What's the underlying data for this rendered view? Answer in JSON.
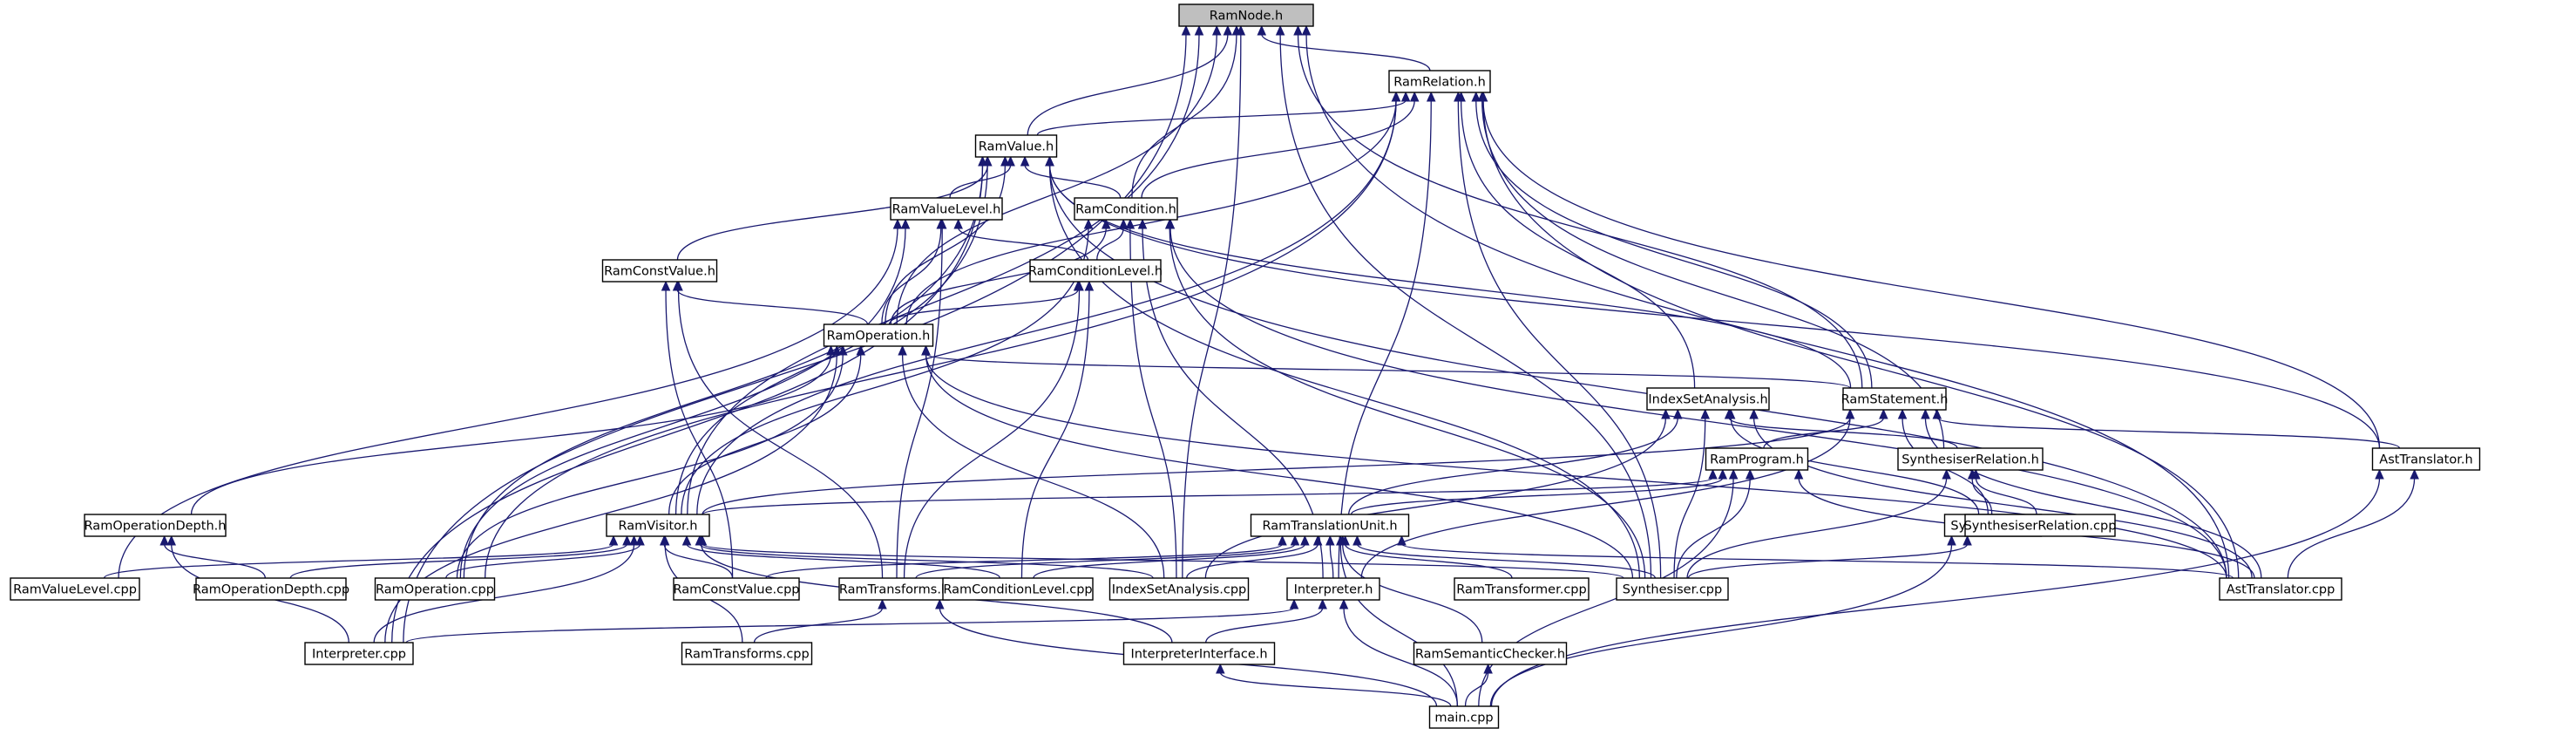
{
  "diagram": {
    "root": "RamNode.h",
    "nodes": [
      {
        "id": "RamNode.h",
        "label": "RamNode.h",
        "root": true
      },
      {
        "id": "RamRelation.h",
        "label": "RamRelation.h"
      },
      {
        "id": "RamValue.h",
        "label": "RamValue.h"
      },
      {
        "id": "RamValueLevel.h",
        "label": "RamValueLevel.h"
      },
      {
        "id": "RamCondition.h",
        "label": "RamCondition.h"
      },
      {
        "id": "RamConstValue.h",
        "label": "RamConstValue.h"
      },
      {
        "id": "RamConditionLevel.h",
        "label": "RamConditionLevel.h"
      },
      {
        "id": "RamOperation.h",
        "label": "RamOperation.h"
      },
      {
        "id": "IndexSetAnalysis.h",
        "label": "IndexSetAnalysis.h"
      },
      {
        "id": "RamStatement.h",
        "label": "RamStatement.h"
      },
      {
        "id": "RamProgram.h",
        "label": "RamProgram.h"
      },
      {
        "id": "SynthesiserRelation.h",
        "label": "SynthesiserRelation.h"
      },
      {
        "id": "AstTranslator.h",
        "label": "AstTranslator.h"
      },
      {
        "id": "RamOperationDepth.h",
        "label": "RamOperationDepth.h"
      },
      {
        "id": "RamVisitor.h",
        "label": "RamVisitor.h"
      },
      {
        "id": "RamTranslationUnit.h",
        "label": "RamTranslationUnit.h"
      },
      {
        "id": "Synthesiser.h",
        "label": "Synthesiser.h"
      },
      {
        "id": "SynthesiserRelation.cpp",
        "label": "SynthesiserRelation.cpp"
      },
      {
        "id": "RamValueLevel.cpp",
        "label": "RamValueLevel.cpp"
      },
      {
        "id": "RamOperationDepth.cpp",
        "label": "RamOperationDepth.cpp"
      },
      {
        "id": "RamOperation.cpp",
        "label": "RamOperation.cpp"
      },
      {
        "id": "RamConstValue.cpp",
        "label": "RamConstValue.cpp"
      },
      {
        "id": "RamTransforms.h",
        "label": "RamTransforms.h"
      },
      {
        "id": "RamConditionLevel.cpp",
        "label": "RamConditionLevel.cpp"
      },
      {
        "id": "IndexSetAnalysis.cpp",
        "label": "IndexSetAnalysis.cpp"
      },
      {
        "id": "Interpreter.h",
        "label": "Interpreter.h"
      },
      {
        "id": "RamTransformer.cpp",
        "label": "RamTransformer.cpp"
      },
      {
        "id": "Synthesiser.cpp",
        "label": "Synthesiser.cpp"
      },
      {
        "id": "AstTranslator.cpp",
        "label": "AstTranslator.cpp"
      },
      {
        "id": "RamSemanticChecker.h",
        "label": "RamSemanticChecker.h"
      },
      {
        "id": "InterpreterInterface.h",
        "label": "InterpreterInterface.h"
      },
      {
        "id": "Interpreter.cpp",
        "label": "Interpreter.cpp"
      },
      {
        "id": "RamTransforms.cpp",
        "label": "RamTransforms.cpp"
      },
      {
        "id": "main.cpp",
        "label": "main.cpp"
      }
    ],
    "edges": [
      [
        "RamRelation.h",
        "RamNode.h"
      ],
      [
        "RamValue.h",
        "RamNode.h"
      ],
      [
        "RamCondition.h",
        "RamNode.h"
      ],
      [
        "RamOperation.h",
        "RamNode.h"
      ],
      [
        "RamStatement.h",
        "RamNode.h"
      ],
      [
        "RamVisitor.h",
        "RamNode.h"
      ],
      [
        "IndexSetAnalysis.cpp",
        "RamNode.h"
      ],
      [
        "Interpreter.cpp",
        "RamNode.h"
      ],
      [
        "Synthesiser.cpp",
        "RamNode.h"
      ],
      [
        "AstTranslator.cpp",
        "RamNode.h"
      ],
      [
        "RamValue.h",
        "RamRelation.h"
      ],
      [
        "RamCondition.h",
        "RamRelation.h"
      ],
      [
        "RamOperation.h",
        "RamRelation.h"
      ],
      [
        "RamStatement.h",
        "RamRelation.h"
      ],
      [
        "RamVisitor.h",
        "RamRelation.h"
      ],
      [
        "IndexSetAnalysis.h",
        "RamRelation.h"
      ],
      [
        "SynthesiserRelation.h",
        "RamRelation.h"
      ],
      [
        "AstTranslator.h",
        "RamRelation.h"
      ],
      [
        "RamOperation.cpp",
        "RamRelation.h"
      ],
      [
        "Interpreter.h",
        "RamRelation.h"
      ],
      [
        "Synthesiser.cpp",
        "RamRelation.h"
      ],
      [
        "AstTranslator.cpp",
        "RamRelation.h"
      ],
      [
        "RamValueLevel.h",
        "RamValue.h"
      ],
      [
        "RamCondition.h",
        "RamValue.h"
      ],
      [
        "RamConstValue.h",
        "RamValue.h"
      ],
      [
        "RamOperation.h",
        "RamValue.h"
      ],
      [
        "RamStatement.h",
        "RamValue.h"
      ],
      [
        "RamVisitor.h",
        "RamValue.h"
      ],
      [
        "AstTranslator.h",
        "RamValue.h"
      ],
      [
        "RamOperation.cpp",
        "RamValue.h"
      ],
      [
        "Interpreter.cpp",
        "RamValue.h"
      ],
      [
        "Synthesiser.cpp",
        "RamValue.h"
      ],
      [
        "AstTranslator.cpp",
        "RamValue.h"
      ],
      [
        "RamOperation.h",
        "RamValueLevel.h"
      ],
      [
        "RamConditionLevel.h",
        "RamValueLevel.h"
      ],
      [
        "RamTransforms.h",
        "RamValueLevel.h"
      ],
      [
        "RamValueLevel.cpp",
        "RamValueLevel.h"
      ],
      [
        "RamOperation.cpp",
        "RamValueLevel.h"
      ],
      [
        "RamConditionLevel.h",
        "RamCondition.h"
      ],
      [
        "RamOperation.h",
        "RamCondition.h"
      ],
      [
        "RamVisitor.h",
        "RamCondition.h"
      ],
      [
        "IndexSetAnalysis.cpp",
        "RamCondition.h"
      ],
      [
        "Interpreter.h",
        "RamCondition.h"
      ],
      [
        "Synthesiser.cpp",
        "RamCondition.h"
      ],
      [
        "AstTranslator.cpp",
        "RamCondition.h"
      ],
      [
        "RamOperation.h",
        "RamConstValue.h"
      ],
      [
        "RamConstValue.cpp",
        "RamConstValue.h"
      ],
      [
        "RamTransforms.h",
        "RamConstValue.h"
      ],
      [
        "RamOperation.h",
        "RamConditionLevel.h"
      ],
      [
        "RamTransforms.h",
        "RamConditionLevel.h"
      ],
      [
        "RamConditionLevel.cpp",
        "RamConditionLevel.h"
      ],
      [
        "RamStatement.h",
        "RamOperation.h"
      ],
      [
        "RamOperationDepth.h",
        "RamOperation.h"
      ],
      [
        "RamVisitor.h",
        "RamOperation.h"
      ],
      [
        "RamOperation.cpp",
        "RamOperation.h"
      ],
      [
        "IndexSetAnalysis.cpp",
        "RamOperation.h"
      ],
      [
        "Interpreter.cpp",
        "RamOperation.h"
      ],
      [
        "Synthesiser.cpp",
        "RamOperation.h"
      ],
      [
        "AstTranslator.cpp",
        "RamOperation.h"
      ],
      [
        "RamTranslationUnit.h",
        "IndexSetAnalysis.h"
      ],
      [
        "IndexSetAnalysis.cpp",
        "IndexSetAnalysis.h"
      ],
      [
        "Synthesiser.h",
        "IndexSetAnalysis.h"
      ],
      [
        "Synthesiser.cpp",
        "IndexSetAnalysis.h"
      ],
      [
        "SynthesiserRelation.h",
        "IndexSetAnalysis.h"
      ],
      [
        "AstTranslator.cpp",
        "IndexSetAnalysis.h"
      ],
      [
        "RamProgram.h",
        "RamStatement.h"
      ],
      [
        "RamVisitor.h",
        "RamStatement.h"
      ],
      [
        "Synthesiser.h",
        "RamStatement.h"
      ],
      [
        "AstTranslator.h",
        "RamStatement.h"
      ],
      [
        "Interpreter.h",
        "RamStatement.h"
      ],
      [
        "AstTranslator.cpp",
        "RamStatement.h"
      ],
      [
        "RamTranslationUnit.h",
        "RamProgram.h"
      ],
      [
        "RamVisitor.h",
        "RamProgram.h"
      ],
      [
        "Synthesiser.cpp",
        "RamProgram.h"
      ],
      [
        "main.cpp",
        "RamProgram.h"
      ],
      [
        "AstTranslator.cpp",
        "RamProgram.h"
      ],
      [
        "Synthesiser.h",
        "SynthesiserRelation.h"
      ],
      [
        "SynthesiserRelation.cpp",
        "SynthesiserRelation.h"
      ],
      [
        "Synthesiser.cpp",
        "SynthesiserRelation.h"
      ],
      [
        "AstTranslator.cpp",
        "AstTranslator.h"
      ],
      [
        "main.cpp",
        "AstTranslator.h"
      ],
      [
        "RamOperationDepth.cpp",
        "RamOperationDepth.h"
      ],
      [
        "Interpreter.cpp",
        "RamOperationDepth.h"
      ],
      [
        "RamValueLevel.cpp",
        "RamVisitor.h"
      ],
      [
        "RamOperationDepth.cpp",
        "RamVisitor.h"
      ],
      [
        "RamOperation.cpp",
        "RamVisitor.h"
      ],
      [
        "RamConstValue.cpp",
        "RamVisitor.h"
      ],
      [
        "RamTransforms.cpp",
        "RamVisitor.h"
      ],
      [
        "RamConditionLevel.cpp",
        "RamVisitor.h"
      ],
      [
        "IndexSetAnalysis.cpp",
        "RamVisitor.h"
      ],
      [
        "Interpreter.cpp",
        "RamVisitor.h"
      ],
      [
        "InterpreterInterface.h",
        "RamVisitor.h"
      ],
      [
        "Synthesiser.cpp",
        "RamVisitor.h"
      ],
      [
        "RamConstValue.cpp",
        "RamTranslationUnit.h"
      ],
      [
        "RamTransforms.h",
        "RamTranslationUnit.h"
      ],
      [
        "RamConditionLevel.cpp",
        "RamTranslationUnit.h"
      ],
      [
        "IndexSetAnalysis.cpp",
        "RamTranslationUnit.h"
      ],
      [
        "Interpreter.h",
        "RamTranslationUnit.h"
      ],
      [
        "RamTransformer.cpp",
        "RamTranslationUnit.h"
      ],
      [
        "Synthesiser.cpp",
        "RamTranslationUnit.h"
      ],
      [
        "RamSemanticChecker.h",
        "RamTranslationUnit.h"
      ],
      [
        "main.cpp",
        "RamTranslationUnit.h"
      ],
      [
        "AstTranslator.cpp",
        "RamTranslationUnit.h"
      ],
      [
        "Synthesiser.cpp",
        "Synthesiser.h"
      ],
      [
        "main.cpp",
        "Synthesiser.h"
      ],
      [
        "RamTransforms.cpp",
        "RamTransforms.h"
      ],
      [
        "main.cpp",
        "RamTransforms.h"
      ],
      [
        "InterpreterInterface.h",
        "Interpreter.h"
      ],
      [
        "Interpreter.cpp",
        "Interpreter.h"
      ],
      [
        "main.cpp",
        "Interpreter.h"
      ],
      [
        "main.cpp",
        "RamSemanticChecker.h"
      ],
      [
        "main.cpp",
        "InterpreterInterface.h"
      ]
    ]
  }
}
